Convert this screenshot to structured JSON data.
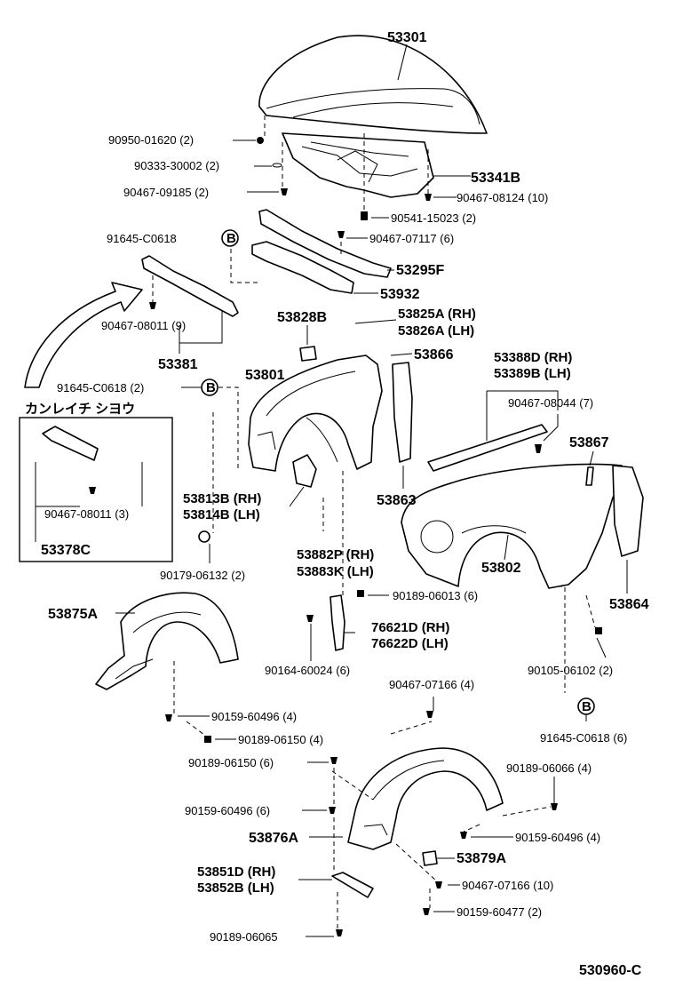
{
  "labels": {
    "hood": "53301",
    "hood_clip": "90950-01620 (2)",
    "hood_cushion": "90333-30002 (2)",
    "clip_09185": "90467-09185 (2)",
    "hood_insulator": "53341B",
    "clip_08124": "90467-08124 (10)",
    "clip_15023": "90541-15023 (2)",
    "clip_c0618_top": "91645-C0618",
    "clip_07117": "90467-07117 (6)",
    "seal_53295f": "53295F",
    "panel_53932": "53932",
    "clip_08011_9": "90467-08011 (9)",
    "seal_53381": "53381",
    "bracket_53828b": "53828B",
    "seal_rh_a": "53825A (RH)",
    "seal_lh_a": "53826A (LH)",
    "part_53866": "53866",
    "apron_53801": "53801",
    "clip_c0618_2": "91645-C0618 (2)",
    "cold_area": "カンレイチ シヨウ",
    "moulding_rh": "53388D (RH)",
    "moulding_lh": "53389B (LH)",
    "clip_08044": "90467-08044 (7)",
    "part_53867": "53867",
    "clip_08011_3": "90467-08011 (3)",
    "part_53378c": "53378C",
    "bracket_rh": "53813B (RH)",
    "bracket_lh": "53814B (LH)",
    "part_53863": "53863",
    "fender_53802": "53802",
    "nut_06132": "90179-06132 (2)",
    "pad_rh": "53882P (RH)",
    "pad_lh": "53883K (LH)",
    "liner_53875a": "53875A",
    "bolt_06013": "90189-06013 (6)",
    "part_53864": "53864",
    "mud_rh": "76621D (RH)",
    "mud_lh": "76622D (LH)",
    "screw_60024": "90164-60024 (6)",
    "screw_06102": "90105-06102 (2)",
    "clip_07166_4": "90467-07166 (4)",
    "screw_60496_4a": "90159-60496 (4)",
    "marker_b": "B",
    "bolt_06150_4": "90189-06150 (4)",
    "clip_c0618_6": "91645-C0618 (6)",
    "bolt_06150_6": "90189-06150 (6)",
    "bolt_06066": "90189-06066 (4)",
    "screw_60496_6": "90159-60496 (6)",
    "liner_53876a": "53876A",
    "screw_60496_4b": "90159-60496 (4)",
    "part_53879a": "53879A",
    "bracket_53851d": "53851D (RH)",
    "bracket_53852b": "53852B (LH)",
    "clip_07166_10": "90467-07166 (10)",
    "screw_60477": "90159-60477 (2)",
    "bolt_06065": "90189-06065",
    "diagram_code": "530960-C"
  }
}
